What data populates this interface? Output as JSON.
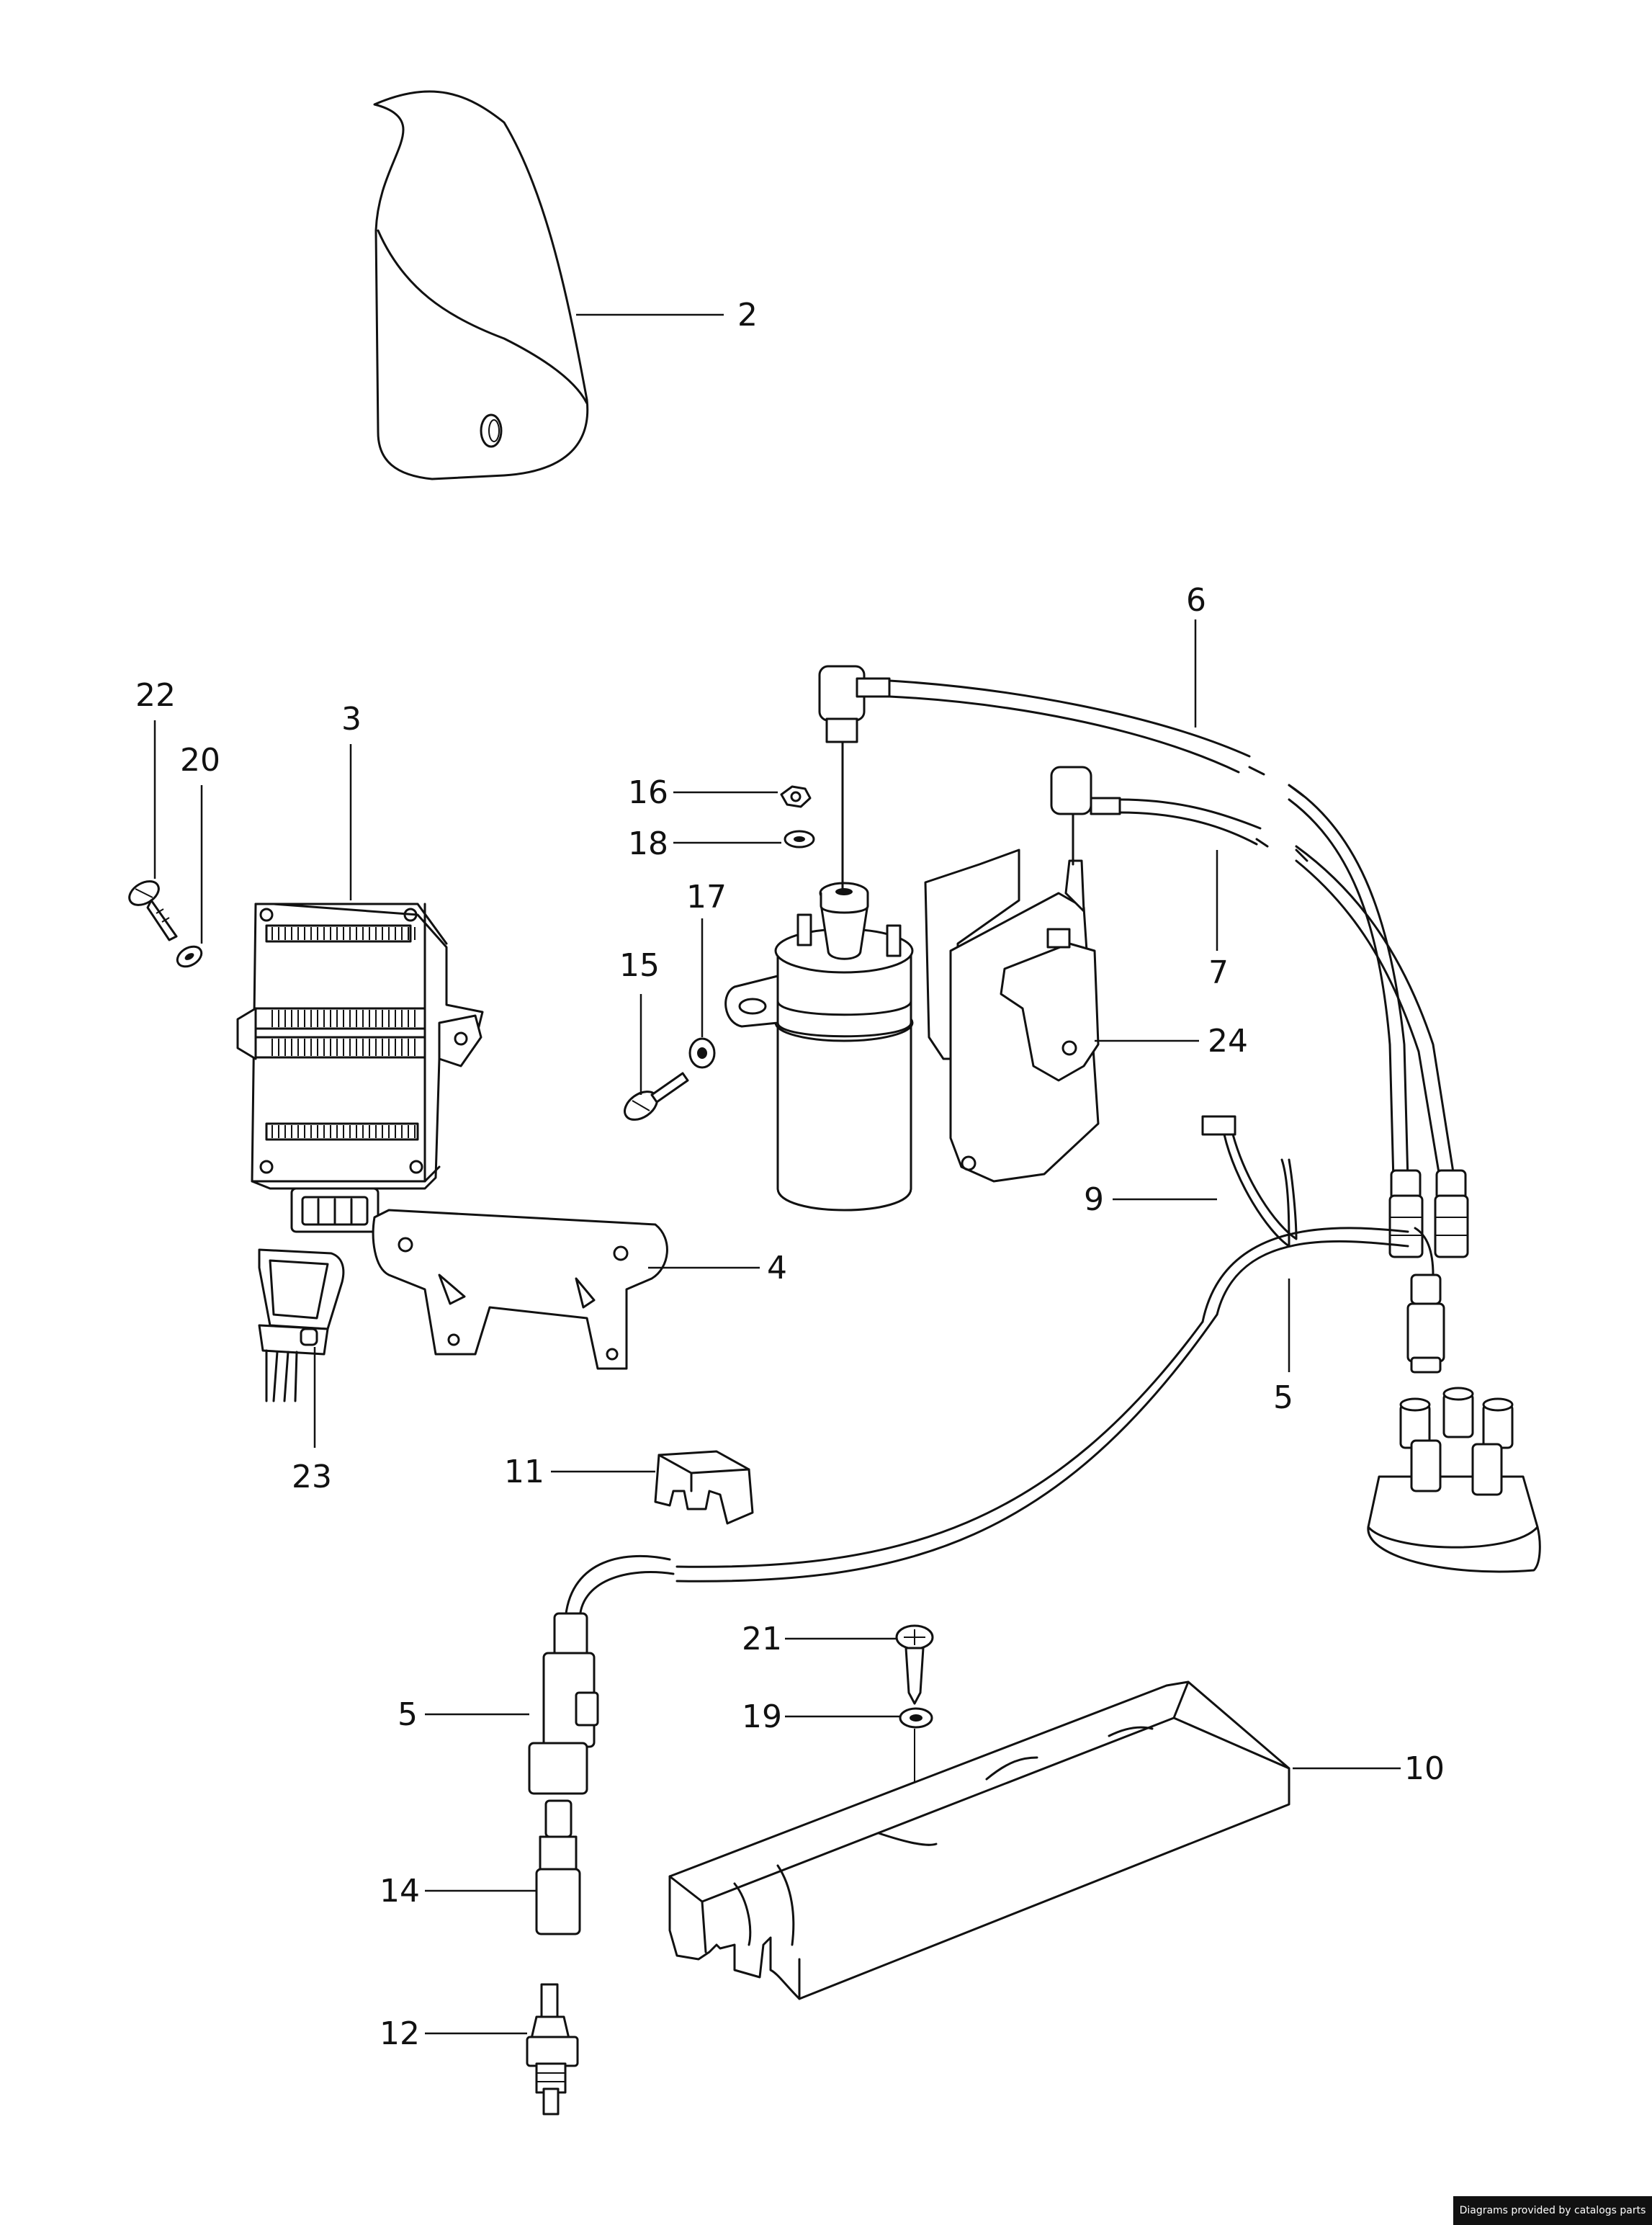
{
  "callouts": {
    "c2": "2",
    "c3": "3",
    "c4": "4",
    "c5a": "5",
    "c5b": "5",
    "c6": "6",
    "c7": "7",
    "c9": "9",
    "c10": "10",
    "c11": "11",
    "c12": "12",
    "c14": "14",
    "c15": "15",
    "c16": "16",
    "c17": "17",
    "c18": "18",
    "c19": "19",
    "c20": "20",
    "c21": "21",
    "c22": "22",
    "c23": "23",
    "c24": "24"
  },
  "footer": {
    "credit": "Diagrams provided by catalogs parts"
  }
}
